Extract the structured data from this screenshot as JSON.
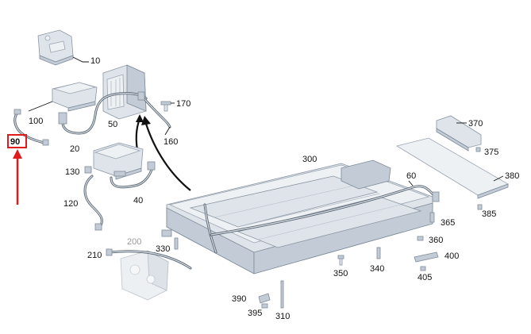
{
  "diagram": {
    "selected_part": "90",
    "callouts": {
      "c10": "10",
      "c20": "20",
      "c40": "40",
      "c50": "50",
      "c60": "60",
      "c90": "90",
      "c100": "100",
      "c120": "120",
      "c130": "130",
      "c160": "160",
      "c170": "170",
      "c200": "200",
      "c210": "210",
      "c300": "300",
      "c310": "310",
      "c330": "330",
      "c340": "340",
      "c350": "350",
      "c360": "360",
      "c365": "365",
      "c370": "370",
      "c375": "375",
      "c380": "380",
      "c385": "385",
      "c390": "390",
      "c395": "395",
      "c400": "400",
      "c405": "405"
    },
    "colors": {
      "highlight": "#e01b1b",
      "part_fill": "#dfe4ea",
      "cable": "#55606c"
    }
  }
}
